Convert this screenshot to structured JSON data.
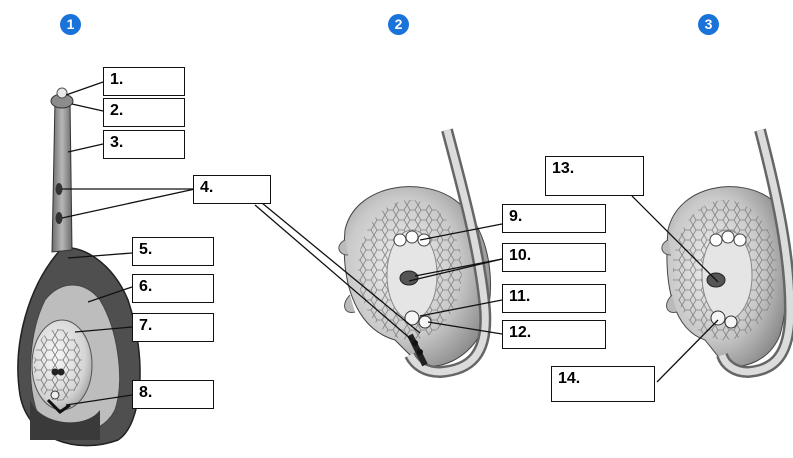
{
  "steps": [
    "1",
    "2",
    "3"
  ],
  "labels": [
    "1.",
    "2.",
    "3.",
    "4.",
    "5.",
    "6.",
    "7.",
    "8.",
    "9.",
    "10.",
    "11.",
    "12.",
    "13.",
    "14."
  ],
  "colors": {
    "badge": "#1a73d9",
    "tissue_light": "#d9d9d9",
    "tissue_mid": "#a6a6a6",
    "tissue_dark": "#4d4d4d",
    "outline": "#111111"
  }
}
